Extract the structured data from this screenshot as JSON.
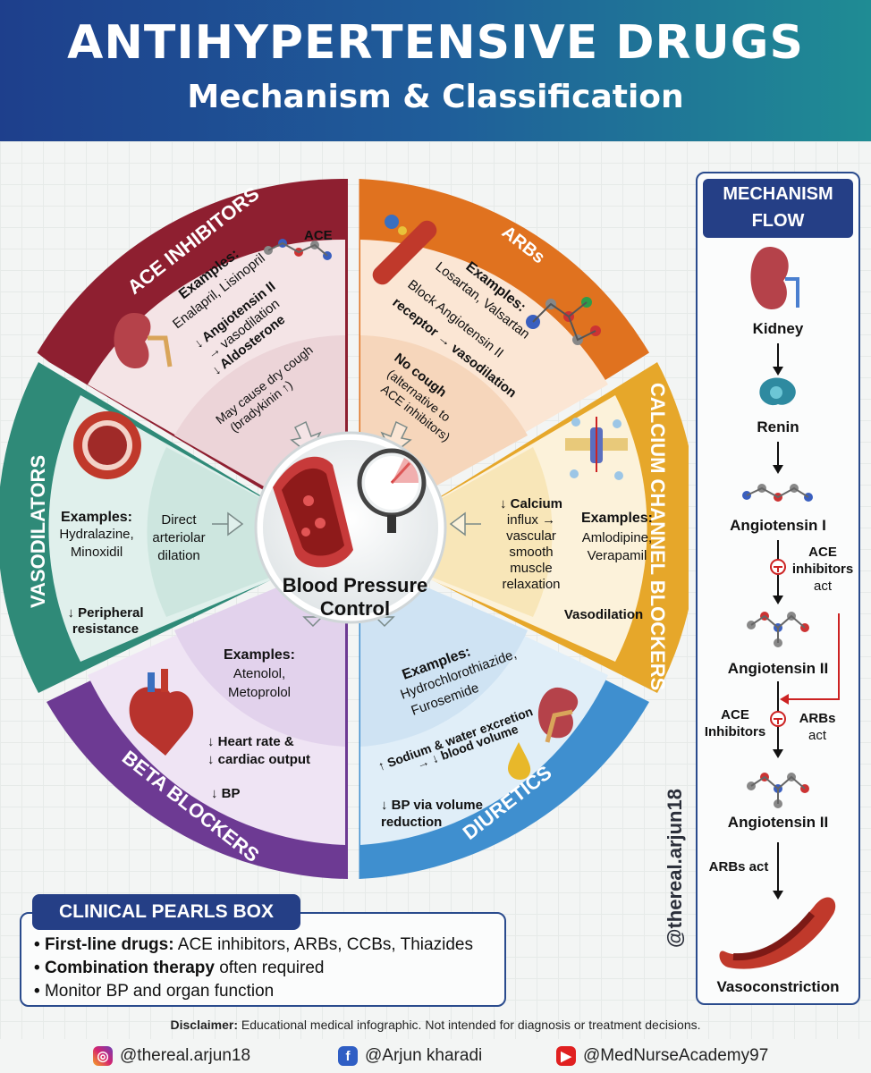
{
  "header": {
    "title": "ANTIHYPERTENSIVE DRUGS",
    "subtitle": "Mechanism & Classification"
  },
  "center": {
    "line1": "Blood Pressure",
    "line2": "Control"
  },
  "segments": {
    "ace": {
      "title": "ACE INHIBITORS",
      "ace_label": "ACE",
      "examples_label": "Examples:",
      "examples": "Enalapril, Lisinopril",
      "mech1": "↓ Angiotensin II",
      "mech2": "→ vasodilation",
      "mech3": "↓ Aldosterone",
      "note1": "May cause dry cough",
      "note2": "(bradykinin ↑)",
      "color": "#8e1f30"
    },
    "arb": {
      "title": "ARBs",
      "examples_label": "Examples:",
      "examples": "Losartan, Valsartan",
      "mech1": "Block Angiotensin II",
      "mech2": "receptor → vasodilation",
      "note1": "No cough",
      "note2": "(alternative to",
      "note3": "ACE inhibitors)",
      "color": "#e0721f"
    },
    "ccb": {
      "title": "CALCIUM CHANNEL BLOCKERS",
      "mech1": "↓ Calcium",
      "mech2": "influx →",
      "mech3": "vascular",
      "mech4": "smooth",
      "mech5": "muscle",
      "mech6": "relaxation",
      "examples_label": "Examples:",
      "ex1": "Amlodipine,",
      "ex2": "Verapamil",
      "effect": "Vasodilation",
      "color": "#e6a72a"
    },
    "diuretics": {
      "title": "DIURETICS",
      "examples_label": "Examples:",
      "ex1": "Hydrochlorothiazide,",
      "ex2": "Furosemide",
      "mech1": "↑ Sodium & water excretion",
      "mech2": "→ ↓ blood volume",
      "effect1": "↓ BP via volume",
      "effect2": "reduction",
      "color": "#3f8fcf"
    },
    "beta": {
      "title": "BETA BLOCKERS",
      "examples_label": "Examples:",
      "ex1": "Atenolol,",
      "ex2": "Metoprolol",
      "mech1": "↓ Heart rate &",
      "mech2": "↓ cardiac output",
      "effect": "↓ BP",
      "color": "#6d3a93"
    },
    "vaso": {
      "title": "VASODILATORS",
      "examples_label": "Examples:",
      "ex1": "Hydralazine,",
      "ex2": "Minoxidil",
      "mech1": "Direct",
      "mech2": "arteriolar",
      "mech3": "dilation",
      "effect1": "↓ Peripheral",
      "effect2": "resistance",
      "color": "#2f8a78"
    }
  },
  "flow": {
    "title_line1": "MECHANISM",
    "title_line2": "FLOW",
    "kidney": "Kidney",
    "renin": "Renin",
    "ang1": "Angiotensin I",
    "ace_note1": "ACE",
    "ace_note2": "inhibitors",
    "ace_note3": "act",
    "ang2a": "Angiotensin II",
    "ace_inh1": "ACE",
    "ace_inh2": "Inhibitors",
    "arbs1": "ARBs",
    "arbs2": "act",
    "ang2b": "Angiotensin II",
    "arbs_act": "ARBs act",
    "vaso": "Vasoconstriction"
  },
  "handle": "@thereal.arjun18",
  "pearls": {
    "title": "CLINICAL PEARLS BOX",
    "item1_bold": "First-line drugs:",
    "item1_rest": " ACE inhibitors, ARBs, CCBs, Thiazides",
    "item2_bold": "Combination therapy",
    "item2_rest": " often required",
    "item3": "Monitor BP and organ function"
  },
  "disclaimer": {
    "bold": "Disclaimer:",
    "text": " Educational medical infographic. Not intended for diagnosis or treatment decisions."
  },
  "footer": {
    "instagram": "@thereal.arjun18",
    "facebook": "@Arjun kharadi",
    "youtube": "@MedNurseAcademy97"
  },
  "icons": [
    "instagram-icon",
    "facebook-icon",
    "youtube-icon",
    "kidney-icon",
    "renin-icon",
    "molecule-icon",
    "blood-vessel-icon",
    "gauge-icon",
    "heart-icon",
    "droplet-icon"
  ]
}
